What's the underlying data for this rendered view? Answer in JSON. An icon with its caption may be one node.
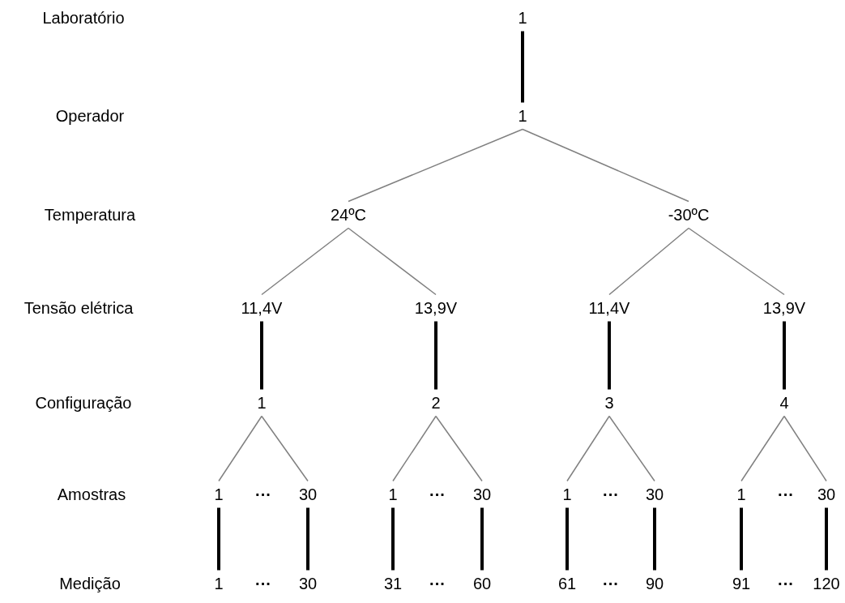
{
  "diagram": {
    "nodes": [
      {
        "text": [
          "1"
        ]
      },
      {
        "text": [
          "1"
        ]
      },
      {
        "text": [
          "24ºC"
        ]
      },
      {
        "text": [
          "-30ºC"
        ]
      },
      {
        "text": [
          "11,4V"
        ]
      },
      {
        "text": [
          "13,9V"
        ]
      },
      {
        "text": [
          "11,4V"
        ]
      },
      {
        "text": [
          "13,9V"
        ]
      },
      {
        "text": [
          "1"
        ]
      },
      {
        "text": [
          "2"
        ]
      },
      {
        "text": [
          "3"
        ]
      },
      {
        "text": [
          "4"
        ]
      },
      {
        "text": [
          "1"
        ]
      },
      {
        "text": [
          "30"
        ]
      },
      {
        "text": [
          "1"
        ]
      },
      {
        "text": [
          "30"
        ]
      },
      {
        "text": [
          "1"
        ]
      },
      {
        "text": [
          "30"
        ]
      },
      {
        "text": [
          "1"
        ]
      },
      {
        "text": [
          "30"
        ]
      },
      {
        "text": [
          "1"
        ]
      },
      {
        "text": [
          "30"
        ]
      },
      {
        "text": [
          "31"
        ]
      },
      {
        "text": [
          "60"
        ]
      },
      {
        "text": [
          "61"
        ]
      },
      {
        "text": [
          "90"
        ]
      },
      {
        "text": [
          "91"
        ]
      },
      {
        "text": [
          "120"
        ]
      }
    ],
    "edges": [
      {
        "from": 0,
        "to": 1,
        "arrow": "none",
        "style": "thick",
        "color": "#000000"
      },
      {
        "from": 1,
        "to": 2,
        "arrow": "none"
      },
      {
        "from": 1,
        "to": 3,
        "arrow": "none"
      },
      {
        "from": 2,
        "to": 4,
        "arrow": "none"
      },
      {
        "from": 2,
        "to": 5,
        "arrow": "none"
      },
      {
        "from": 3,
        "to": 6,
        "arrow": "none"
      },
      {
        "from": 3,
        "to": 7,
        "arrow": "none"
      },
      {
        "from": 4,
        "to": 8,
        "arrow": "none",
        "style": "thick",
        "color": "#000000"
      },
      {
        "from": 5,
        "to": 9,
        "arrow": "none",
        "style": "thick",
        "color": "#000000"
      },
      {
        "from": 6,
        "to": 10,
        "arrow": "none",
        "style": "thick",
        "color": "#000000"
      },
      {
        "from": 7,
        "to": 11,
        "arrow": "none",
        "style": "thick",
        "color": "#000000"
      },
      {
        "from": 8,
        "to": 12,
        "arrow": "none"
      },
      {
        "from": 8,
        "to": 13,
        "arrow": "none"
      },
      {
        "from": 9,
        "to": 14,
        "arrow": "none"
      },
      {
        "from": 9,
        "to": 15,
        "arrow": "none"
      },
      {
        "from": 10,
        "to": 16,
        "arrow": "none"
      },
      {
        "from": 10,
        "to": 17,
        "arrow": "none"
      },
      {
        "from": 11,
        "to": 18,
        "arrow": "none"
      },
      {
        "from": 11,
        "to": 19,
        "arrow": "none"
      },
      {
        "from": 12,
        "to": 20,
        "arrow": "none",
        "style": "thick",
        "color": "#000000"
      },
      {
        "from": 13,
        "to": 21,
        "arrow": "none",
        "style": "thick",
        "color": "#000000"
      },
      {
        "from": 14,
        "to": 22,
        "arrow": "none",
        "style": "thick",
        "color": "#000000"
      },
      {
        "from": 15,
        "to": 23,
        "arrow": "none",
        "style": "thick",
        "color": "#000000"
      },
      {
        "from": 16,
        "to": 24,
        "arrow": "none",
        "style": "thick",
        "color": "#000000"
      },
      {
        "from": 17,
        "to": 25,
        "arrow": "none",
        "style": "thick",
        "color": "#000000"
      },
      {
        "from": 18,
        "to": 26,
        "arrow": "none",
        "style": "thick",
        "color": "#000000"
      },
      {
        "from": 19,
        "to": 27,
        "arrow": "none",
        "style": "thick",
        "color": "#000000"
      }
    ],
    "labels": [
      "Laboratório",
      "Operador",
      "Temperatura",
      "Tensão elétrica",
      "Configuração",
      "Amostras",
      "···",
      "···",
      "···",
      "···",
      "Medição",
      "···",
      "···",
      "···",
      "···"
    ]
  }
}
